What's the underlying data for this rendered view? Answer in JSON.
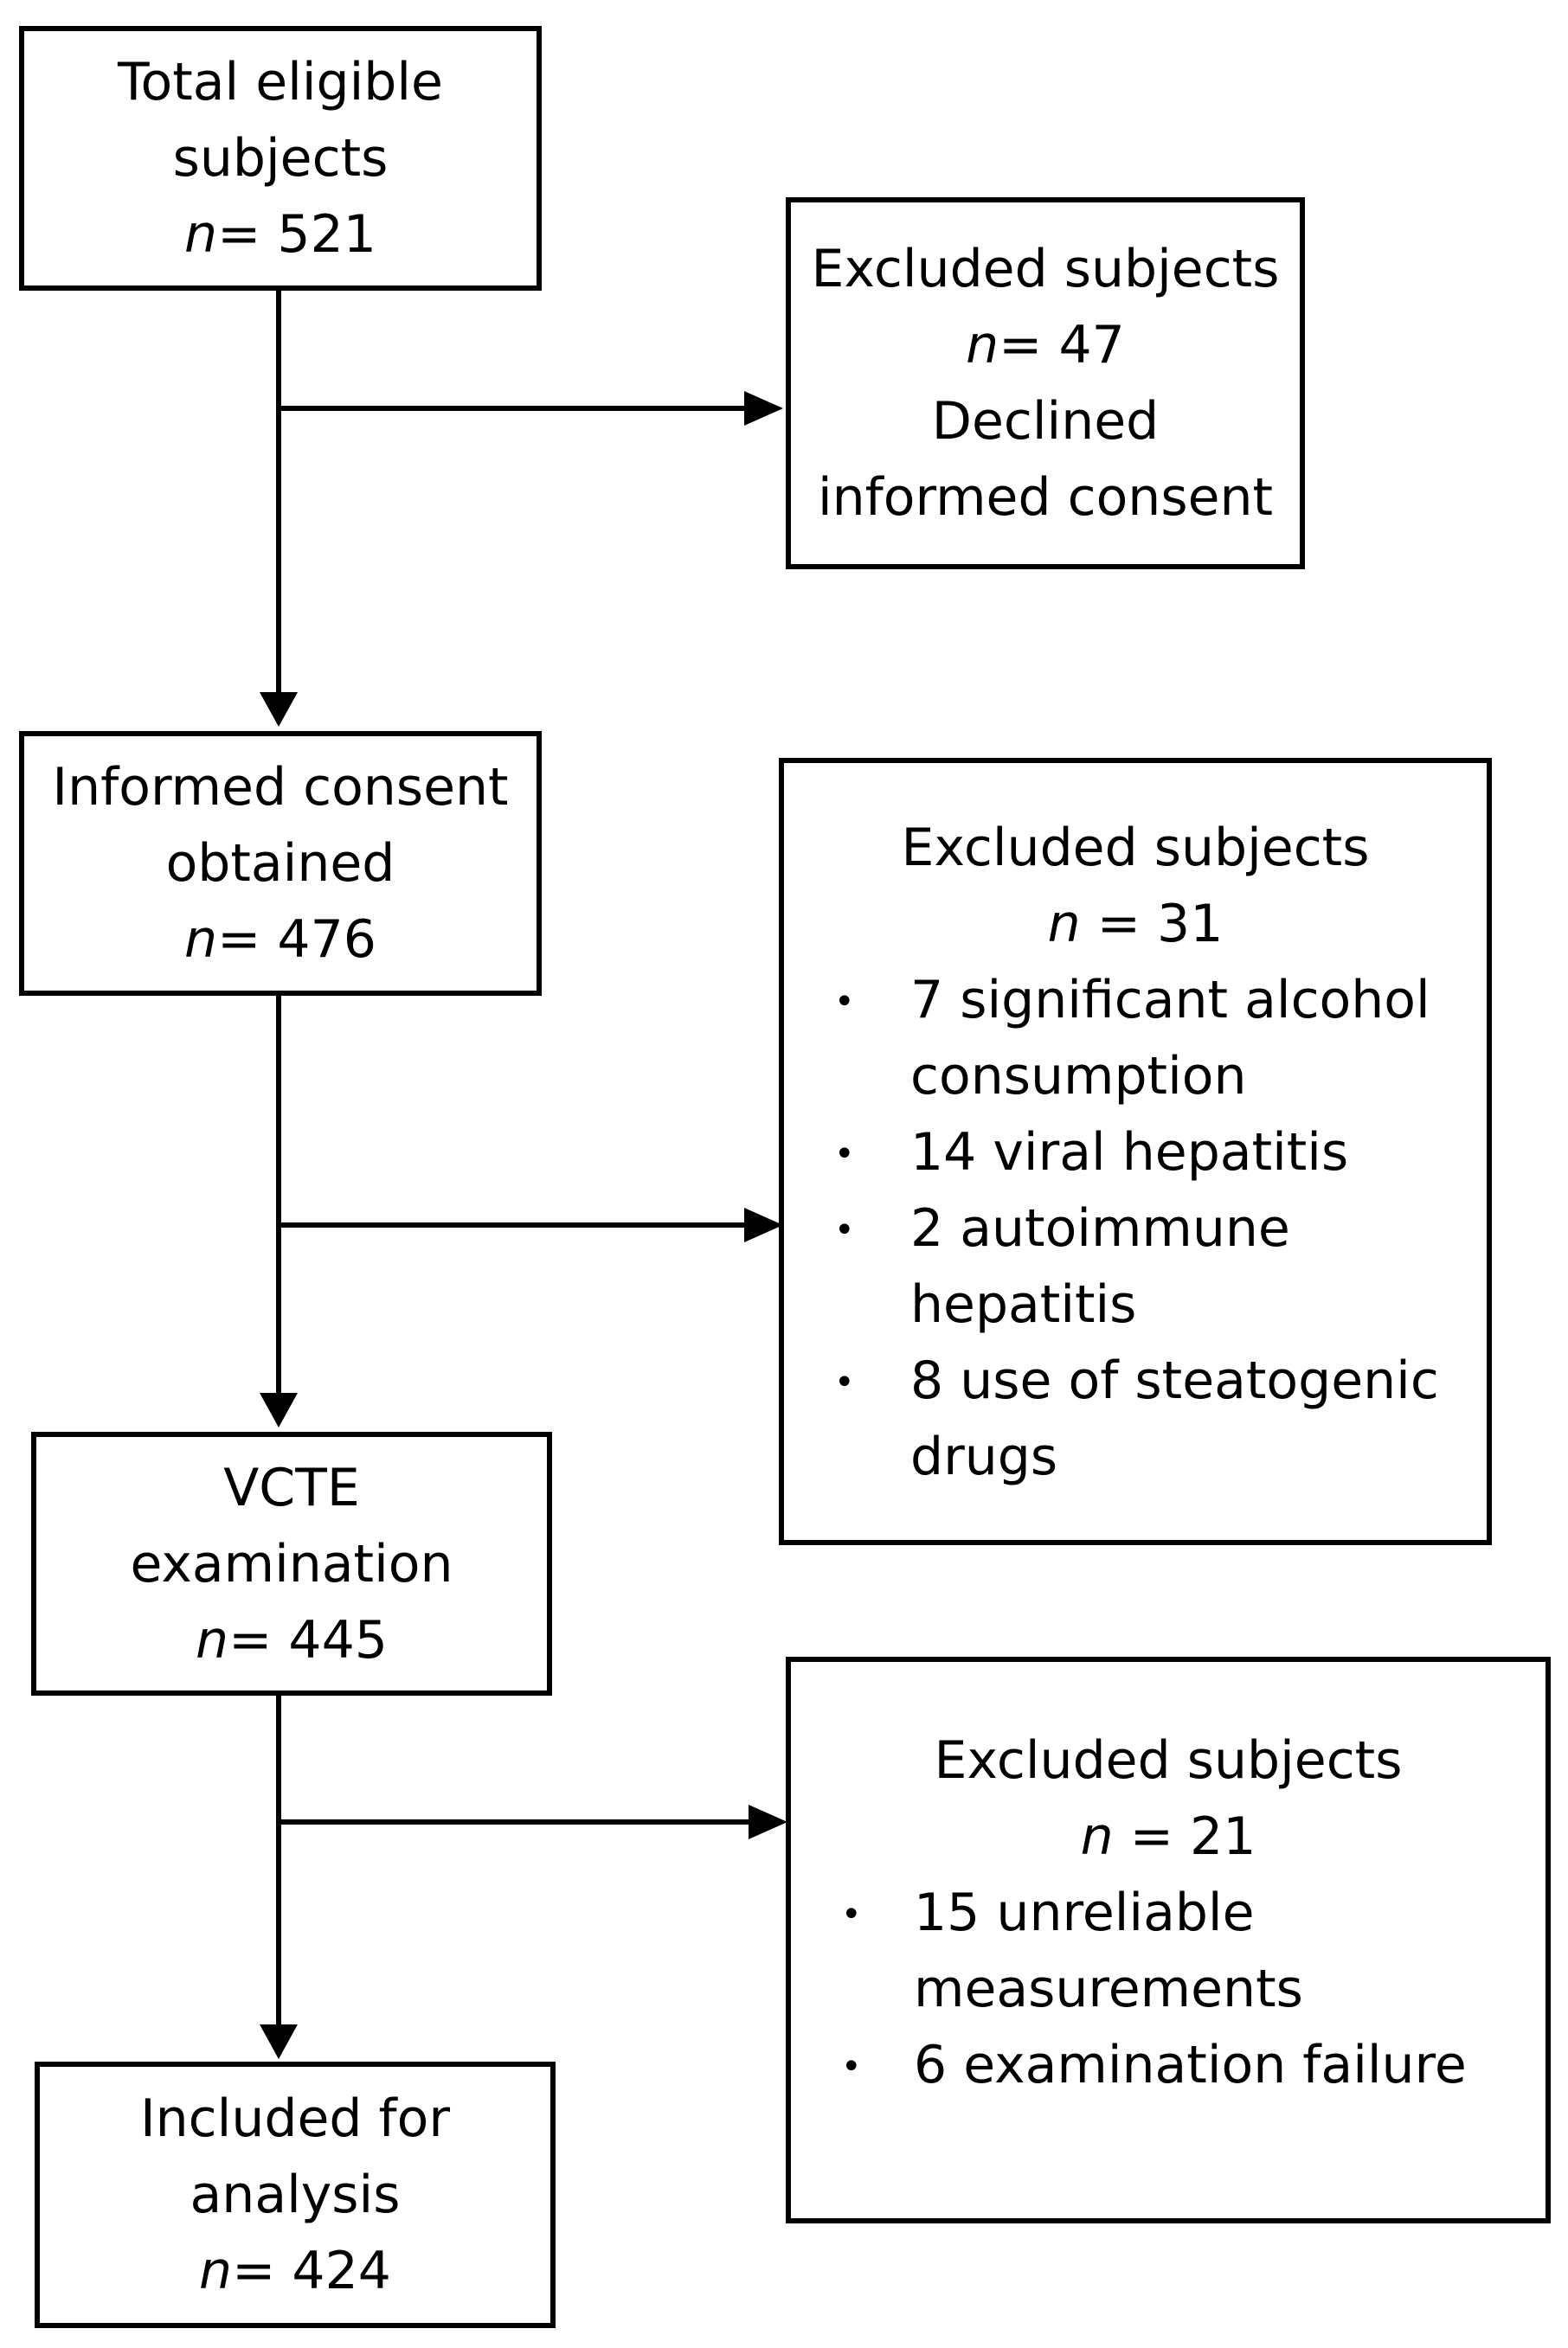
{
  "diagram": {
    "main": [
      {
        "lines": [
          "Total eligible",
          "subjects"
        ],
        "n_label": "n",
        "n_value": "= 521"
      },
      {
        "lines": [
          "Informed consent",
          "obtained"
        ],
        "n_label": "n",
        "n_value": "= 476"
      },
      {
        "lines": [
          "VCTE",
          "examination"
        ],
        "n_label": "n",
        "n_value": "= 445"
      },
      {
        "lines": [
          "Included for",
          "analysis"
        ],
        "n_label": "n",
        "n_value": "= 424"
      }
    ],
    "excluded": [
      {
        "title": "Excluded subjects",
        "n_label": "n",
        "n_value": "= 47",
        "lines": [
          "Declined",
          "informed consent"
        ]
      },
      {
        "title": "Excluded subjects",
        "n_label": "n",
        "n_value": " = 31",
        "bullets": [
          [
            "7 significant alcohol",
            "consumption"
          ],
          [
            "14 viral hepatitis"
          ],
          [
            "2 autoimmune",
            "hepatitis"
          ],
          [
            "8 use of steatogenic",
            "drugs"
          ]
        ]
      },
      {
        "title": "Excluded subjects",
        "n_label": "n",
        "n_value": " = 21",
        "bullets": [
          [
            "15 unreliable",
            "measurements"
          ],
          [
            "6 examination failure"
          ]
        ]
      }
    ],
    "bullet_symbol": "•"
  }
}
